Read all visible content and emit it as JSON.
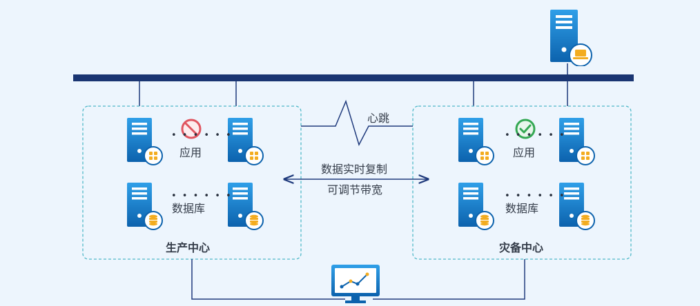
{
  "colors": {
    "background": "#edf5fd",
    "bus": "#1a3572",
    "server_top": "#2f9fe8",
    "server_bottom": "#0c62ad",
    "badge": "#f3ac1f",
    "box_border": "#4fb8c8",
    "error": "#e05560",
    "ok": "#34a853"
  },
  "icons": {
    "server": "server-icon",
    "app_badge": "app-grid-badge-icon",
    "db_badge": "database-badge-icon",
    "laptop_badge": "laptop-badge-icon",
    "error": "prohibited-icon",
    "ok": "check-circle-icon",
    "monitor": "monitor-chart-icon"
  },
  "labels": {
    "heartbeat": "心跳",
    "replication": "数据实时复制",
    "bandwidth": "可调节带宽"
  },
  "production_center": {
    "title": "生产中心",
    "app_label": "应用",
    "db_label": "数据库",
    "app_status": "error"
  },
  "disaster_center": {
    "title": "灾备中心",
    "app_label": "应用",
    "db_label": "数据库",
    "app_status": "ok"
  }
}
